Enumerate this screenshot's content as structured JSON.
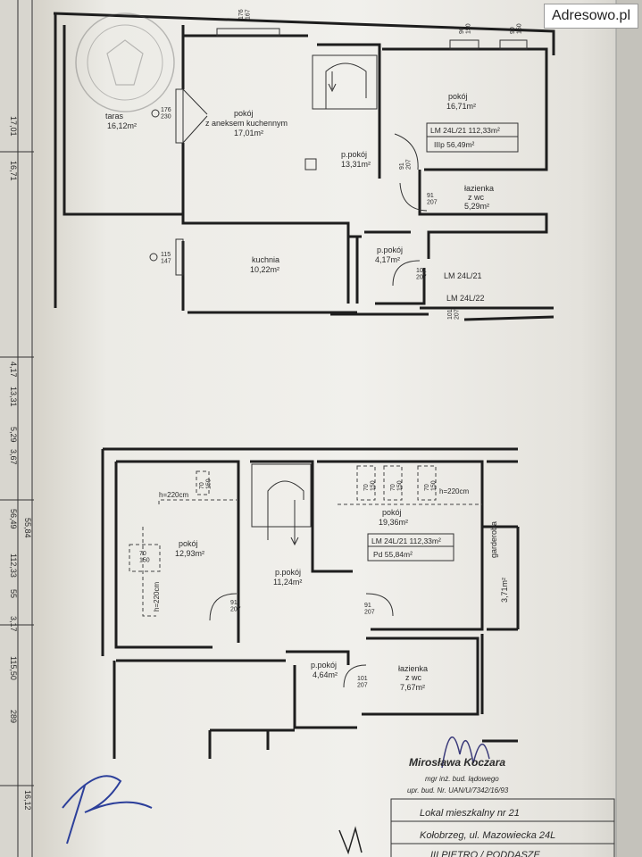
{
  "watermark": "Adresowo.pl",
  "upper_plan": {
    "rooms": {
      "taras": {
        "name": "taras",
        "area": "16,12m²"
      },
      "kitchenette": {
        "name1": "pokój",
        "name2": "z aneksem kuchennym",
        "area": "17,01m²"
      },
      "pass_room": {
        "name": "p.pokój",
        "area": "13,31m²"
      },
      "room_right": {
        "name": "pokój",
        "area": "16,71m²"
      },
      "bathroom": {
        "name1": "łazienka",
        "name2": "z wc",
        "area": "5,29m²"
      },
      "kitchen": {
        "name": "kuchnia",
        "area": "10,22m²"
      },
      "hall": {
        "name": "p.pokój",
        "area": "4,17m²"
      }
    },
    "info_box": {
      "line1": "LM 24L/21 112,33m²",
      "line2": "IIIp 56,49m²"
    },
    "labels": {
      "lm21": "LM 24L/21",
      "lm22": "LM 24L/22"
    },
    "dims": {
      "window_top": "176\n167",
      "window_right1": "90\n150",
      "window_right2": "90\n150",
      "door_taras": "176\n230",
      "door_kitchen": "115\n147",
      "door_91_207a": "91\n207",
      "door_91_207b": "91\n207",
      "door_101_207a": "101\n207",
      "door_101_207b": "101\n207"
    }
  },
  "lower_plan": {
    "rooms": {
      "left_room": {
        "name": "pokój",
        "area": "12,93m²"
      },
      "middle_pass": {
        "name": "p.pokój",
        "area": "11,24m²"
      },
      "big_room": {
        "name": "pokój",
        "area": "19,36m²"
      },
      "wardrobe": {
        "name": "garderoba",
        "area": "3,71m²"
      },
      "small_pass": {
        "name": "p.pokój",
        "area": "4,64m²"
      },
      "bathroom": {
        "name1": "łazienka",
        "name2": "z wc",
        "area": "7,67m²"
      }
    },
    "info_box": {
      "line1": "LM 24L/21 112,33m²",
      "line2": "Pd 55,84m²"
    },
    "heights": {
      "h1": "h=220cm",
      "h2": "h=220cm",
      "h3": "h=220cm"
    },
    "dims": {
      "w70_150a": "70\n150",
      "w70_150b": "70\n150",
      "w70_150c": "70\n150",
      "w70_150d": "70\n150",
      "w70_150e": "70\n150",
      "door91a": "91\n207",
      "door91b": "91\n207",
      "door101": "101\n207"
    }
  },
  "left_strip": {
    "values": [
      "17,01",
      "16,71",
      "4,17",
      "13,31",
      "5,29",
      "3,67",
      "56,49",
      "55,84",
      "112,33",
      "55",
      "3,17",
      "115,50",
      "289",
      "16,12"
    ]
  },
  "signature": {
    "name": "Mirosława Koczara",
    "title": "mgr inż. bud. lądowego",
    "license": "upr. bud. Nr. UAN/U/7342/16/93"
  },
  "title_block": {
    "line1": "Lokal mieszkalny nr 21",
    "line2": "Kołobrzeg, ul. Mazowiecka 24L",
    "line3": "III PIĘTRO / PODDASZE"
  },
  "colors": {
    "ink": "#1e1e1e",
    "paper": "#f1f0ec"
  }
}
